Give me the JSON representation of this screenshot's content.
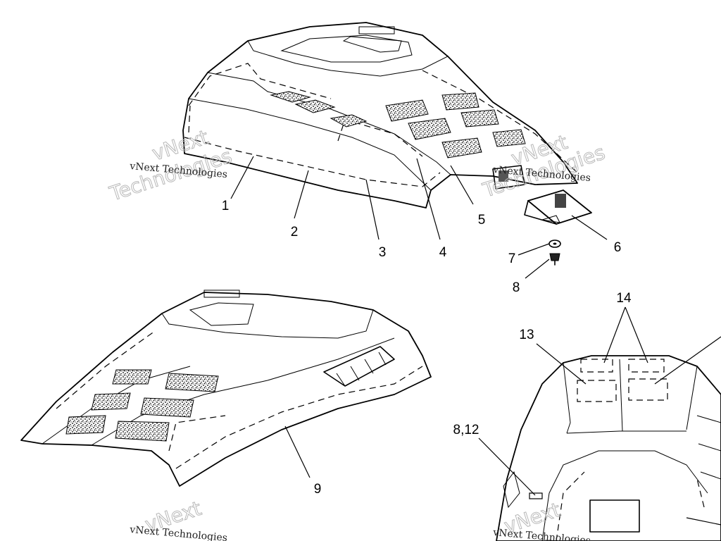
{
  "callouts": {
    "c1": "1",
    "c2": "2",
    "c3": "3",
    "c4": "4",
    "c5": "5",
    "c6": "6",
    "c7": "7",
    "c8": "8",
    "c9": "9",
    "c13": "13",
    "c14": "14",
    "c8_12": "8,12"
  },
  "watermark": {
    "company": "vNext Technologies",
    "brand_top": "vNext",
    "brand_bottom": "Technologies"
  },
  "colors": {
    "ink": "#000000",
    "watermark": "#b8b8b8",
    "screen": "#555555"
  }
}
